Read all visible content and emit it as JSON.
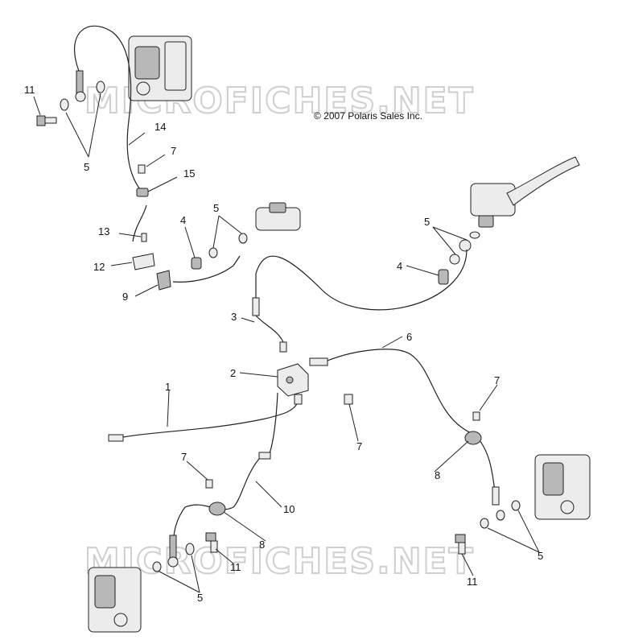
{
  "copyright": "© 2007 Polaris Sales Inc.",
  "watermark": "MICROFICHES.NET",
  "callouts": [
    {
      "id": "c11a",
      "label": "11"
    },
    {
      "id": "c5a",
      "label": "5"
    },
    {
      "id": "c14",
      "label": "14"
    },
    {
      "id": "c7a",
      "label": "7"
    },
    {
      "id": "c15",
      "label": "15"
    },
    {
      "id": "c13",
      "label": "13"
    },
    {
      "id": "c12",
      "label": "12"
    },
    {
      "id": "c9",
      "label": "9"
    },
    {
      "id": "c4a",
      "label": "4"
    },
    {
      "id": "c5b",
      "label": "5"
    },
    {
      "id": "c5c",
      "label": "5"
    },
    {
      "id": "c4b",
      "label": "4"
    },
    {
      "id": "c3",
      "label": "3"
    },
    {
      "id": "c2",
      "label": "2"
    },
    {
      "id": "c6",
      "label": "6"
    },
    {
      "id": "c7b",
      "label": "7"
    },
    {
      "id": "c1",
      "label": "1"
    },
    {
      "id": "c7c",
      "label": "7"
    },
    {
      "id": "c8a",
      "label": "8"
    },
    {
      "id": "c7d",
      "label": "7"
    },
    {
      "id": "c10",
      "label": "10"
    },
    {
      "id": "c8b",
      "label": "8"
    },
    {
      "id": "c11b",
      "label": "11"
    },
    {
      "id": "c5d",
      "label": "5"
    },
    {
      "id": "c11c",
      "label": "11"
    },
    {
      "id": "c5e",
      "label": "5"
    }
  ]
}
